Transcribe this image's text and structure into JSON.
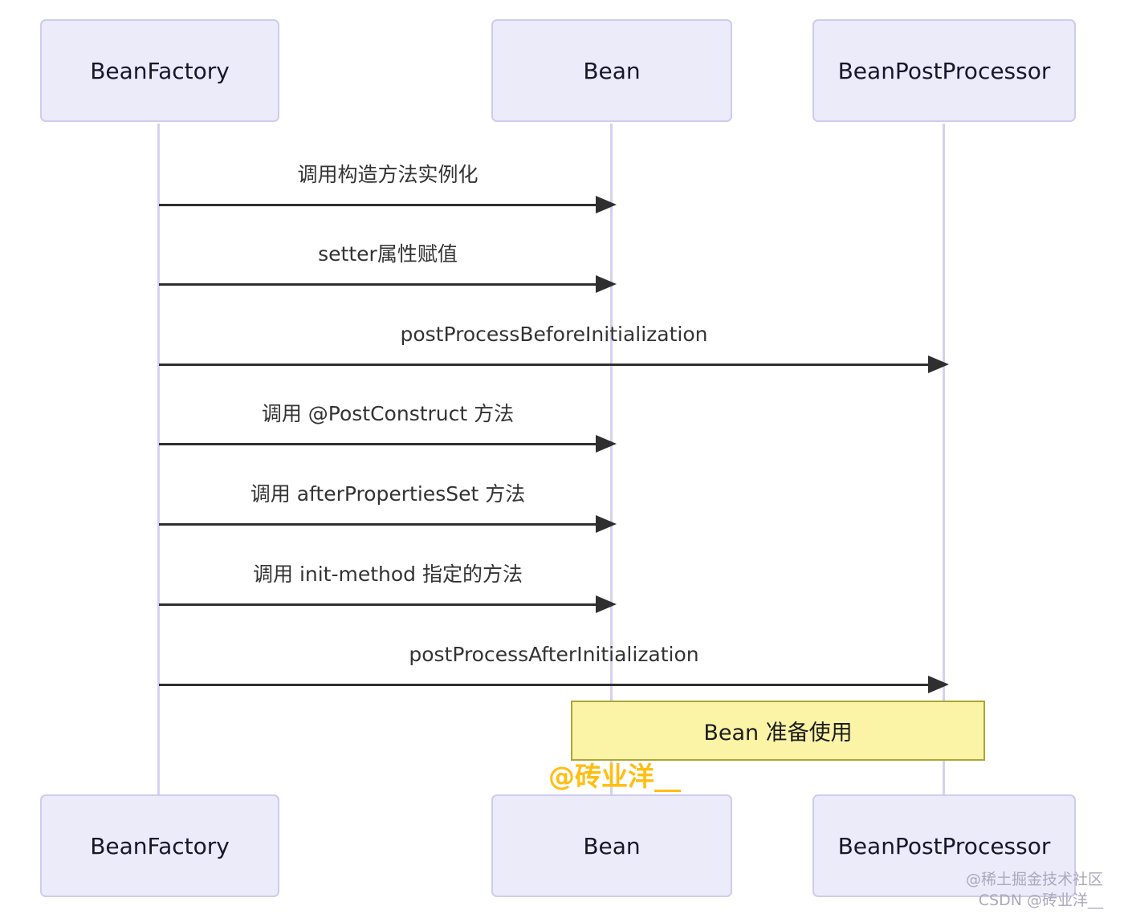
{
  "diagram": {
    "type": "sequence",
    "participants": [
      {
        "label": "BeanFactory"
      },
      {
        "label": "Bean"
      },
      {
        "label": "BeanPostProcessor"
      }
    ],
    "messages": [
      {
        "label": "调用构造方法实例化",
        "from": "BeanFactory",
        "to": "Bean"
      },
      {
        "label": "setter属性赋值",
        "from": "BeanFactory",
        "to": "Bean"
      },
      {
        "label": "postProcessBeforeInitialization",
        "from": "BeanFactory",
        "to": "BeanPostProcessor"
      },
      {
        "label": "调用 @PostConstruct 方法",
        "from": "BeanFactory",
        "to": "Bean"
      },
      {
        "label": "调用 afterPropertiesSet 方法",
        "from": "BeanFactory",
        "to": "Bean"
      },
      {
        "label": "调用 init-method 指定的方法",
        "from": "BeanFactory",
        "to": "Bean"
      },
      {
        "label": "postProcessAfterInitialization",
        "from": "BeanFactory",
        "to": "BeanPostProcessor"
      }
    ],
    "note": {
      "label": "Bean 准备使用",
      "over": [
        "Bean",
        "BeanPostProcessor"
      ]
    }
  },
  "watermarks": {
    "center": "@砖业洋__",
    "corner_line1": "@稀土掘金技术社区",
    "corner_line2": "CSDN @砖业洋__"
  },
  "colors": {
    "participant-fill": "#ECEBF9",
    "participant-border": "#CFCBEE",
    "lifeline": "#D6D1EF",
    "arrow": "#2F2F2F",
    "note-fill": "#FBF3A6",
    "note-border": "#ADA635",
    "watermark-yellow": "#FFBE12",
    "watermark-gray": "#ABA8BC"
  }
}
